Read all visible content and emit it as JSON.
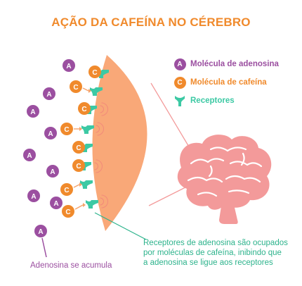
{
  "title": "AÇÃO DA CAFEÍNA NO CÉREBRO",
  "legend": {
    "adenosine": "Molécula de adenosina",
    "caffeine": "Molécula de cafeína",
    "receptors": "Receptores"
  },
  "symbols": {
    "adenosine": "A",
    "caffeine": "C"
  },
  "notes": {
    "accumulates": "Adenosina se acumula",
    "receptor_line1": "Receptores de adenosina são ocupados",
    "receptor_line2": "por moléculas de cafeína, inibindo que",
    "receptor_line3": "a adenosina se ligue aos receptores"
  },
  "colors": {
    "title": "#f08a2c",
    "adenosine": "#9b4fa0",
    "caffeine": "#f08a2c",
    "receptor": "#3cc9a4",
    "brain": "#f39a9a",
    "tissue": "#f9a878",
    "note_green": "#2db38c"
  }
}
